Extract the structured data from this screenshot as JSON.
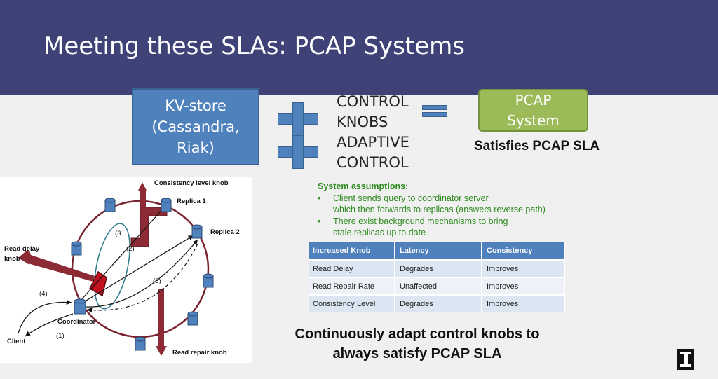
{
  "slide": {
    "title": "Meeting these SLAs: PCAP Systems"
  },
  "equation": {
    "kv_store_lines": [
      "KV-store",
      "(Cassandra,",
      "Riak)"
    ],
    "control_knobs_lines": [
      "CONTROL",
      "KNOBS"
    ],
    "adaptive_control_lines": [
      "ADAPTIVE",
      "CONTROL"
    ],
    "pcap_system_lines": [
      "PCAP",
      "System"
    ],
    "satisfies": "Satisfies PCAP SLA"
  },
  "diagram": {
    "consistency_knob": "Consistency level knob",
    "replica1": "Replica 1",
    "replica2": "Replica 2",
    "read_delay_lines": [
      "Read delay",
      "knob"
    ],
    "read_repair": "Read repair knob",
    "coordinator": "Coordinator",
    "client": "Client",
    "step1": "(1)",
    "step2": "(2)",
    "step3": "(3",
    "step4": "(4)",
    "step5": "(5)"
  },
  "assumptions": {
    "heading": "System assumptions:",
    "items": [
      [
        "Client sends query to coordinator server",
        "which then forwards to replicas (answers reverse path)"
      ],
      [
        "There exist background mechanisms to bring",
        "stale replicas up to date"
      ]
    ],
    "bullet": "•"
  },
  "table": {
    "headers": [
      "Increased Knob",
      "Latency",
      "Consistency"
    ],
    "rows": [
      [
        "Read Delay",
        "Degrades",
        "Improves"
      ],
      [
        "Read Repair Rate",
        "Unaffected",
        "Improves"
      ],
      [
        "Consistency Level",
        "Degrades",
        "Improves"
      ]
    ]
  },
  "conclusion": {
    "line1": "Continuously adapt control knobs to",
    "line2": "always satisfy PCAP SLA"
  },
  "colors": {
    "banner": "#3f4277",
    "box_blue": "#4f81bd",
    "box_green": "#9bbb59",
    "assumption_text": "#2e8b1f",
    "knob_arrow": "#7b2c3a"
  },
  "icons": {
    "logo": "block-i-logo-icon"
  }
}
